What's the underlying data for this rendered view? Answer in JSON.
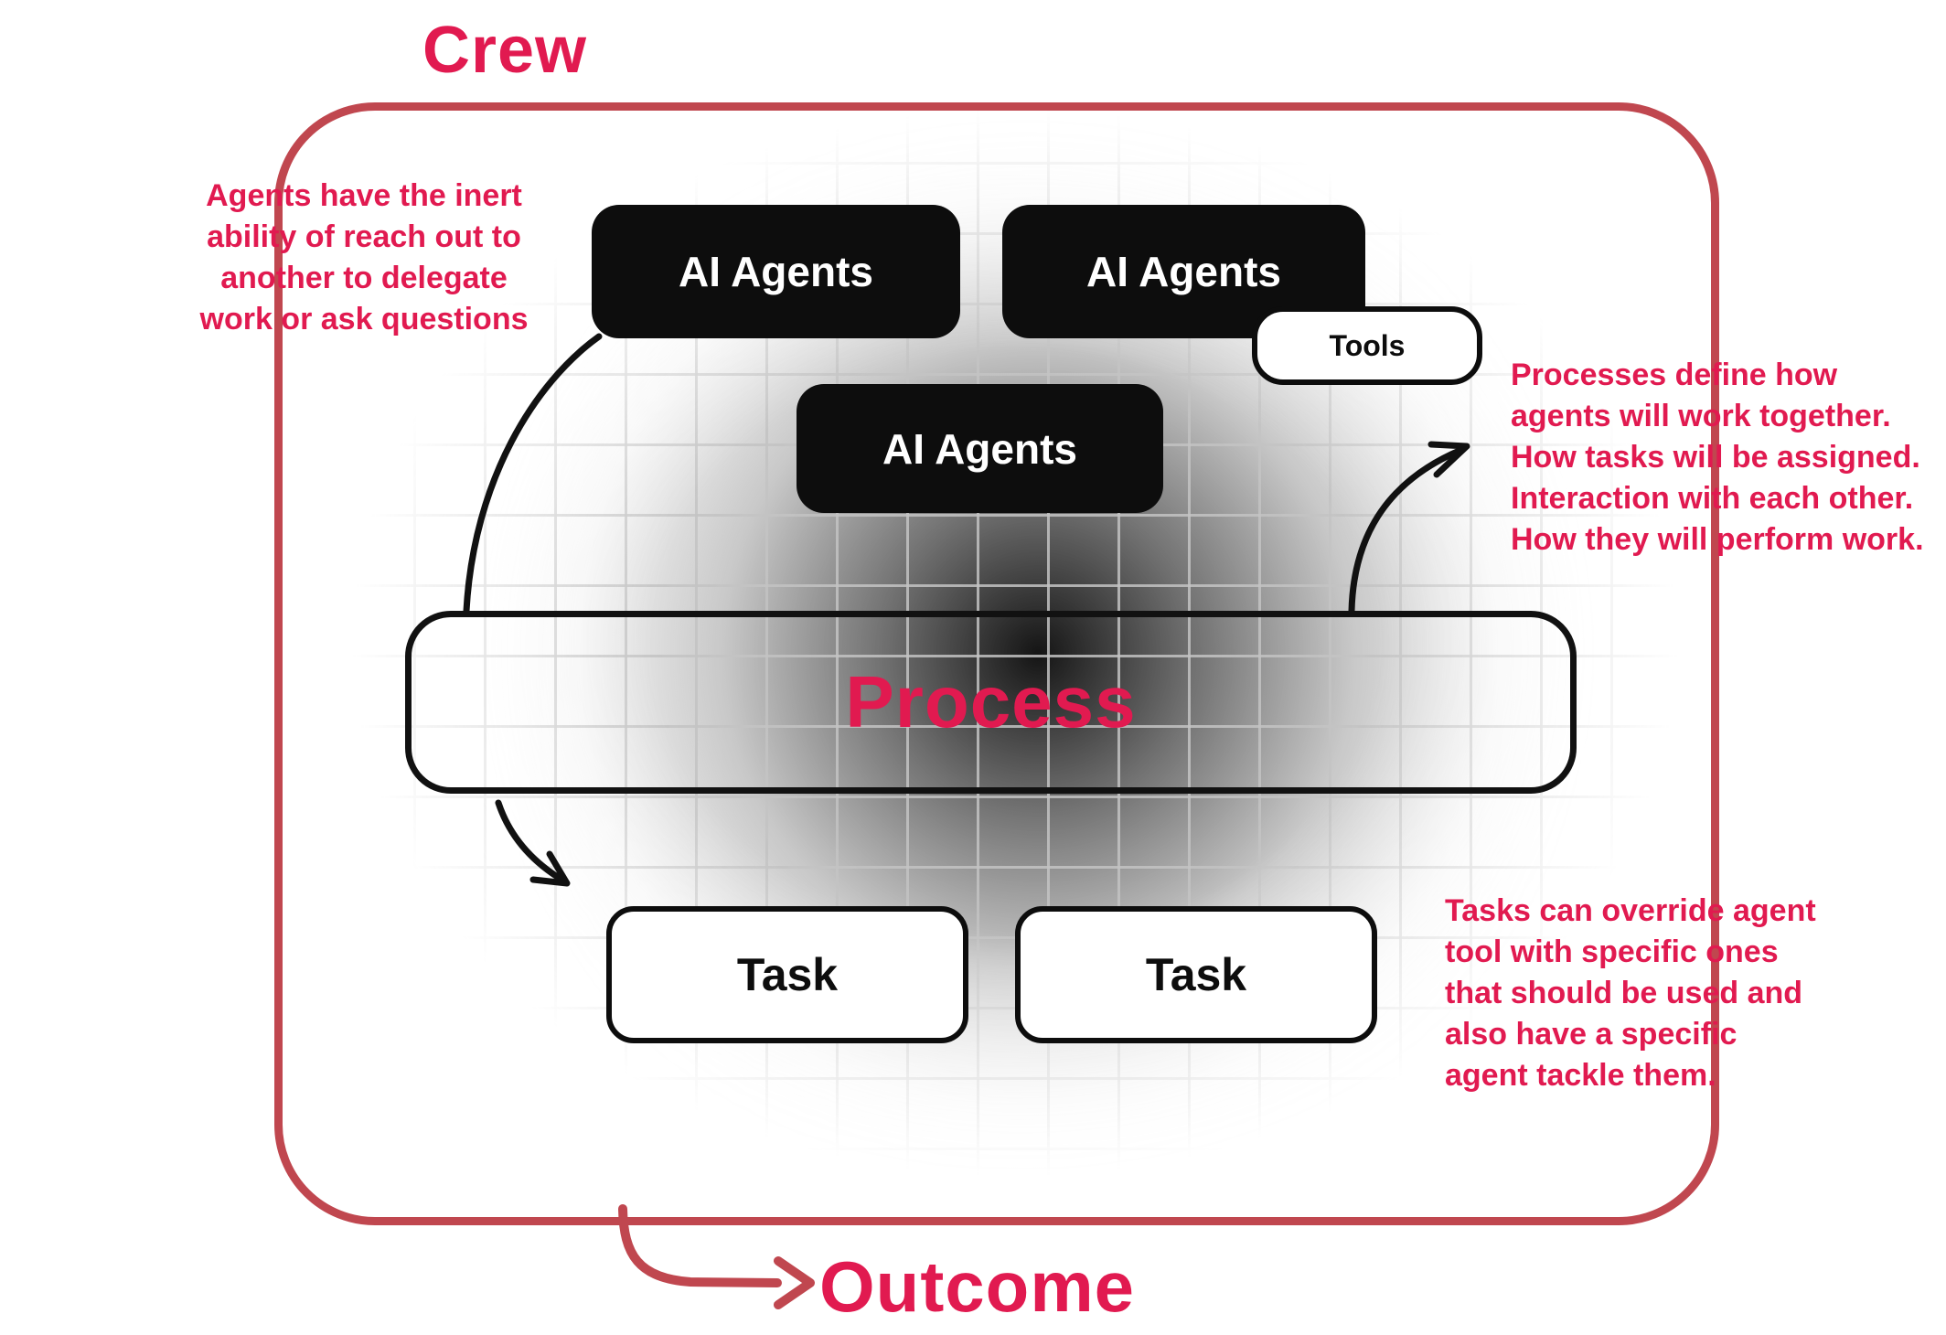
{
  "colors": {
    "accent": "#e11a50",
    "border-red": "#c0474f",
    "box-black": "#0d0d0d"
  },
  "diagram": {
    "crew_label": "Crew",
    "outcome_label": "Outcome",
    "agents": [
      "AI Agents",
      "AI Agents",
      "AI Agents"
    ],
    "tools_label": "Tools",
    "process_label": "Process",
    "tasks": [
      "Task",
      "Task"
    ],
    "notes": {
      "left": "Agents have the inert\nability of reach out to\nanother to delegate\nwork or ask questions",
      "right_top": "Processes define how\nagents will work together.\nHow tasks will be assigned.\nInteraction with each other.\nHow they will perform work.",
      "right_bottom": "Tasks can override agent\ntool with specific ones\nthat should be used and\nalso have a specific\nagent tackle them."
    }
  }
}
